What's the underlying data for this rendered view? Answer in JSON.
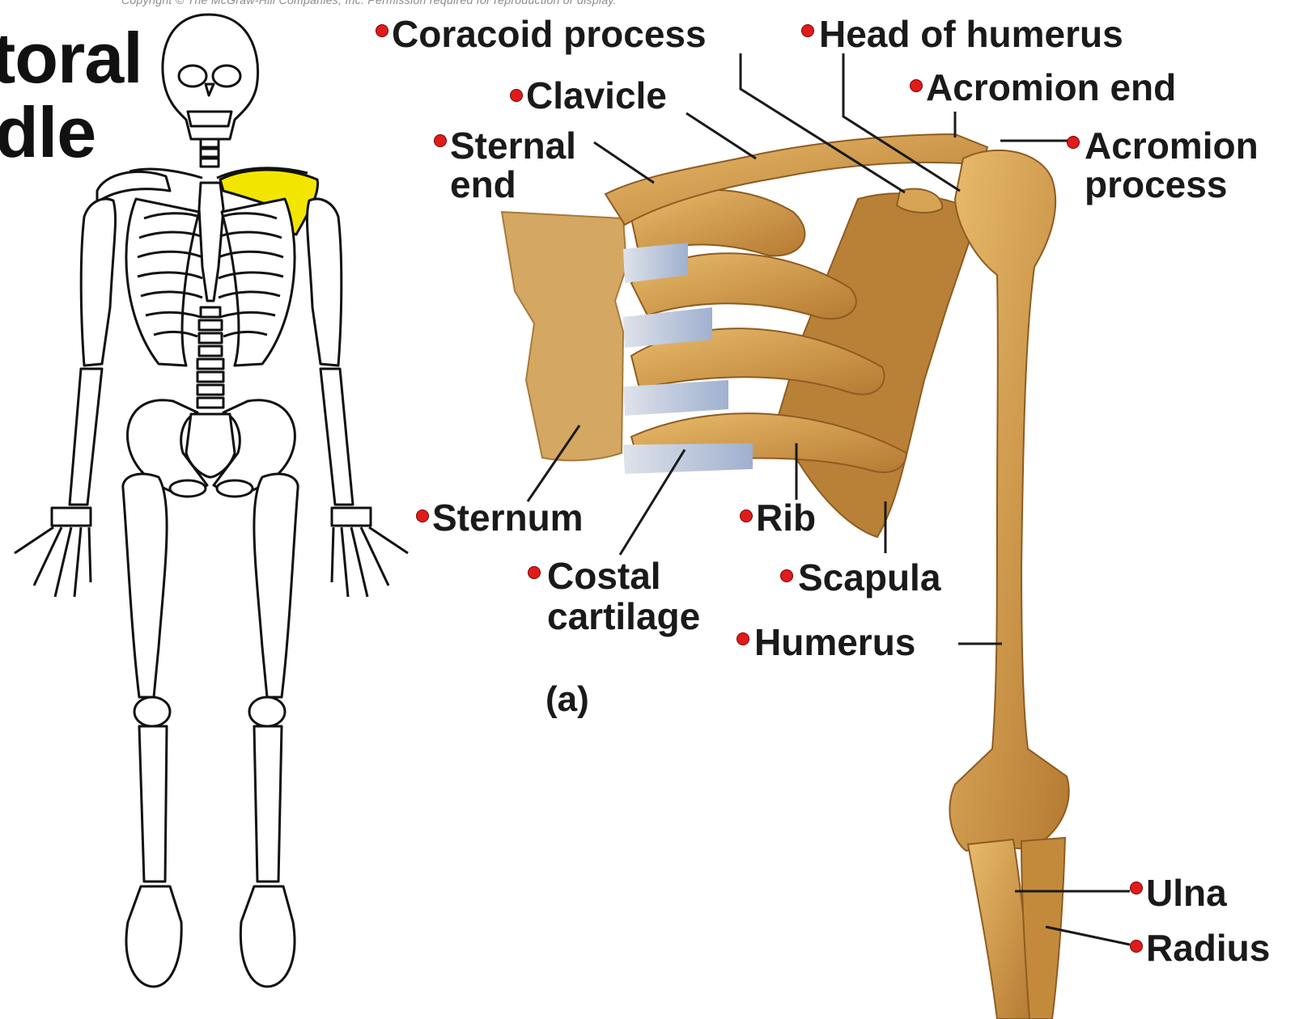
{
  "copyright": "Copyright © The McGraw-Hill Companies, Inc. Permission required for reproduction or display.",
  "title_line1": "toral",
  "title_line2": "dle",
  "panel_label": "(a)",
  "labels": {
    "coracoid_process": "Coracoid process",
    "head_of_humerus": "Head of humerus",
    "clavicle": "Clavicle",
    "acromion_end": "Acromion end",
    "sternal_end_1": "Sternal",
    "sternal_end_2": "end",
    "acromion_process_1": "Acromion",
    "acromion_process_2": "process",
    "sternum": "Sternum",
    "rib": "Rib",
    "costal_cartilage_1": "Costal",
    "costal_cartilage_2": "cartilage",
    "scapula": "Scapula",
    "humerus": "Humerus",
    "ulna": "Ulna",
    "radius": "Radius"
  },
  "colors": {
    "bone": "#d9a550",
    "bone_dark": "#a66f2a",
    "cartilage": "#c6cfe0",
    "highlight": "#f2e600",
    "dot": "#e01b1b"
  }
}
